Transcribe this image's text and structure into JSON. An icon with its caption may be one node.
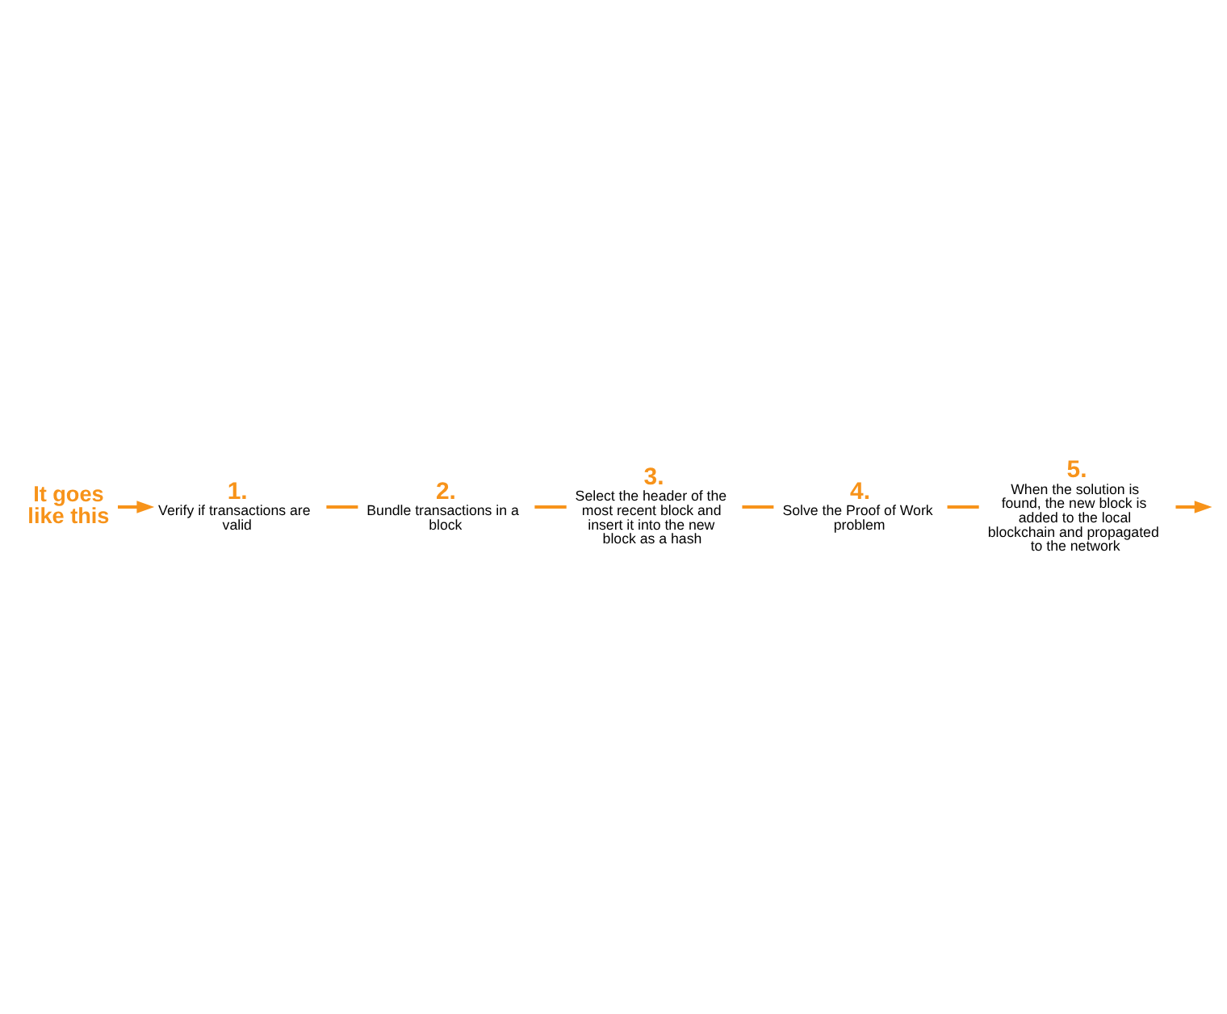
{
  "diagram": {
    "nodes": [
      {
        "text": [
          "It goes like this"
        ]
      },
      {
        "text": [
          "1.",
          "Verify if transactions are valid"
        ]
      },
      {
        "text": [
          "2.",
          "Bundle transactions in a block"
        ]
      },
      {
        "text": [
          "3.",
          "Select the header of the most recent block and insert it into the new block as a hash"
        ]
      },
      {
        "text": [
          "4.",
          "Solve the Proof of Work problem"
        ]
      },
      {
        "text": [
          "5.",
          "When the solution is found, the new block is added to the local blockchain and propagated to the network"
        ]
      }
    ],
    "edges": [
      {
        "from": 0,
        "to": 1,
        "arrow": "to"
      },
      {
        "from": 1,
        "to": 2,
        "arrow": "none"
      },
      {
        "from": 2,
        "to": 3,
        "arrow": "none"
      },
      {
        "from": 3,
        "to": 4,
        "arrow": "none"
      },
      {
        "from": 4,
        "to": 5,
        "arrow": "none"
      },
      {
        "from": 5,
        "to": null,
        "arrow": "to"
      }
    ]
  }
}
